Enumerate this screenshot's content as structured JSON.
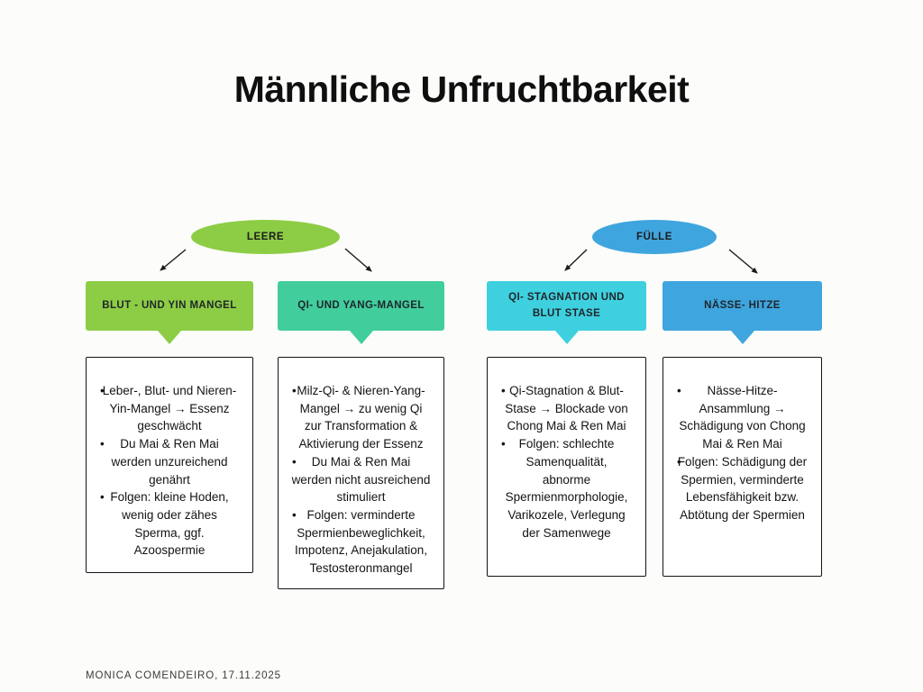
{
  "page": {
    "title": "Männliche Unfruchtbarkeit",
    "footer": "MONICA COMENDEIRO, 17.11.2025",
    "background_color": "#fcfcfa"
  },
  "colors": {
    "leere_green": "#8dcd45",
    "qi_yang_teal": "#42cd9c",
    "qi_stagnation_cyan": "#3fd0df",
    "naesse_hitze_blue": "#3fa5de",
    "fuelle_blue": "#3fa5de",
    "arrow_line": "#1a1a1a",
    "detail_box_border": "#141414"
  },
  "diagram": {
    "categories": [
      {
        "label": "LEERE"
      },
      {
        "label": "FÜLLE"
      }
    ],
    "columns": [
      {
        "header": "BLUT - UND YIN MANGEL",
        "bullets": [
          "Leber-, Blut- und Nieren-Yin-Mangel → Essenz geschwächt",
          "Du Mai & Ren Mai werden unzureichend genährt",
          "Folgen: kleine Hoden, wenig oder zähes Sperma, ggf. Azoospermie"
        ]
      },
      {
        "header": "QI- UND YANG-MANGEL",
        "bullets": [
          "Milz-Qi- & Nieren-Yang-Mangel → zu wenig Qi zur Transformation & Aktivierung der Essenz",
          "Du Mai & Ren Mai werden nicht ausreichend stimuliert",
          "Folgen: verminderte Spermienbeweglichkeit, Impotenz, Anejakulation, Testosteronmangel"
        ]
      },
      {
        "header": "QI- STAGNATION UND BLUT STASE",
        "bullets": [
          "Qi-Stagnation & Blut-Stase → Blockade von Chong Mai & Ren Mai",
          "Folgen: schlechte Samenqualität, abnorme Spermienmorphologie, Varikozele, Verlegung der Samenwege"
        ]
      },
      {
        "header": "NÄSSE- HITZE",
        "bullets": [
          "Nässe-Hitze-Ansammlung → Schädigung von Chong Mai & Ren Mai",
          "Folgen: Schädigung der Spermien, verminderte Lebensfähigkeit bzw. Abtötung der Spermien"
        ]
      }
    ]
  }
}
